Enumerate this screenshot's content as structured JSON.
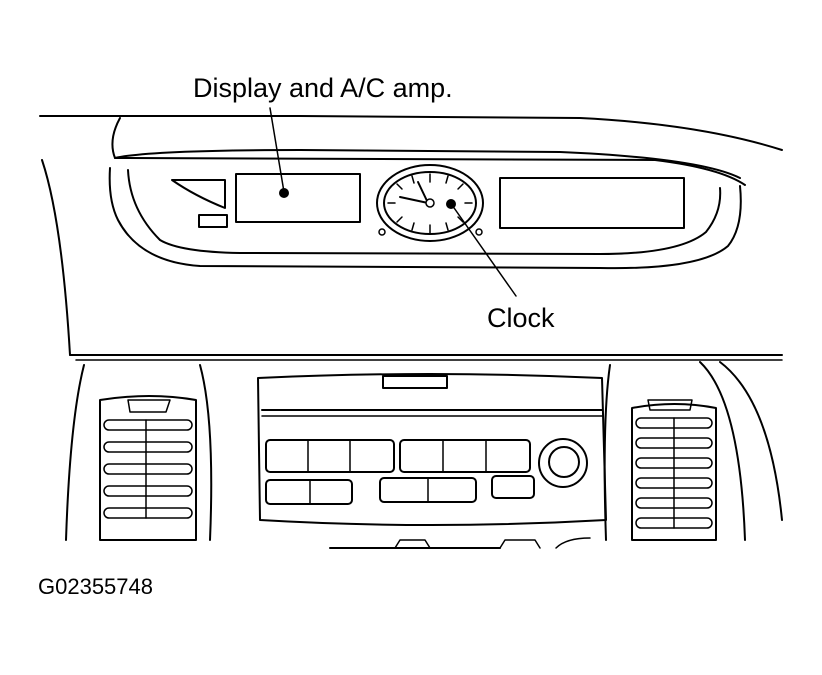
{
  "callouts": {
    "display": "Display and A/C amp.",
    "clock": "Clock"
  },
  "figure_code": "G02355748",
  "colors": {
    "ink": "#000000",
    "paper": "#ffffff"
  }
}
